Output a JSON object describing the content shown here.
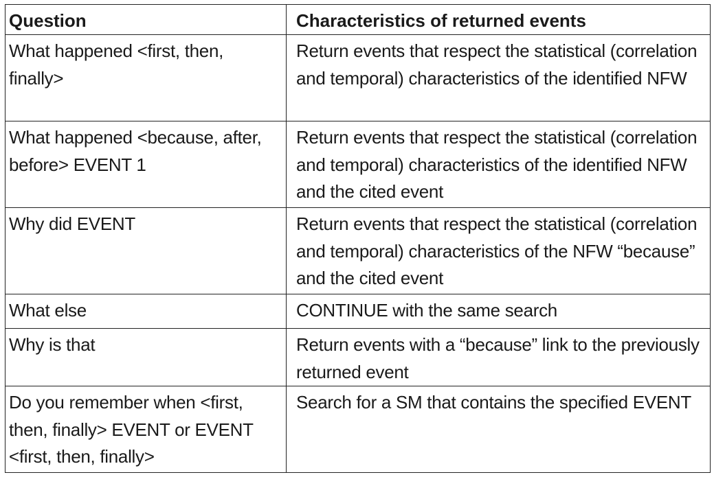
{
  "table": {
    "headers": [
      "Question",
      "Characteristics of returned events"
    ],
    "rows": [
      {
        "question": "What happened <first, then, finally>",
        "characteristics": "Return events that respect the statistical (correlation and temporal) characteristics of the identified NFW"
      },
      {
        "question": "What happened <because, after, before> EVENT 1",
        "characteristics": "Return events that respect the statistical (correlation and temporal) characteristics of the identified NFW and the cited event"
      },
      {
        "question": "Why did EVENT",
        "characteristics": "Return events that respect the statistical (correlation and temporal) characteristics of the NFW “because” and the cited event"
      },
      {
        "question": "What else",
        "characteristics": "CONTINUE with the same search"
      },
      {
        "question": "Why is that",
        "characteristics": "Return events with a “because” link to the previously returned event"
      },
      {
        "question": "Do you remember when <first, then, finally> EVENT or EVENT <first, then, finally>",
        "characteristics": "Search for a SM that contains the specified EVENT"
      }
    ]
  }
}
